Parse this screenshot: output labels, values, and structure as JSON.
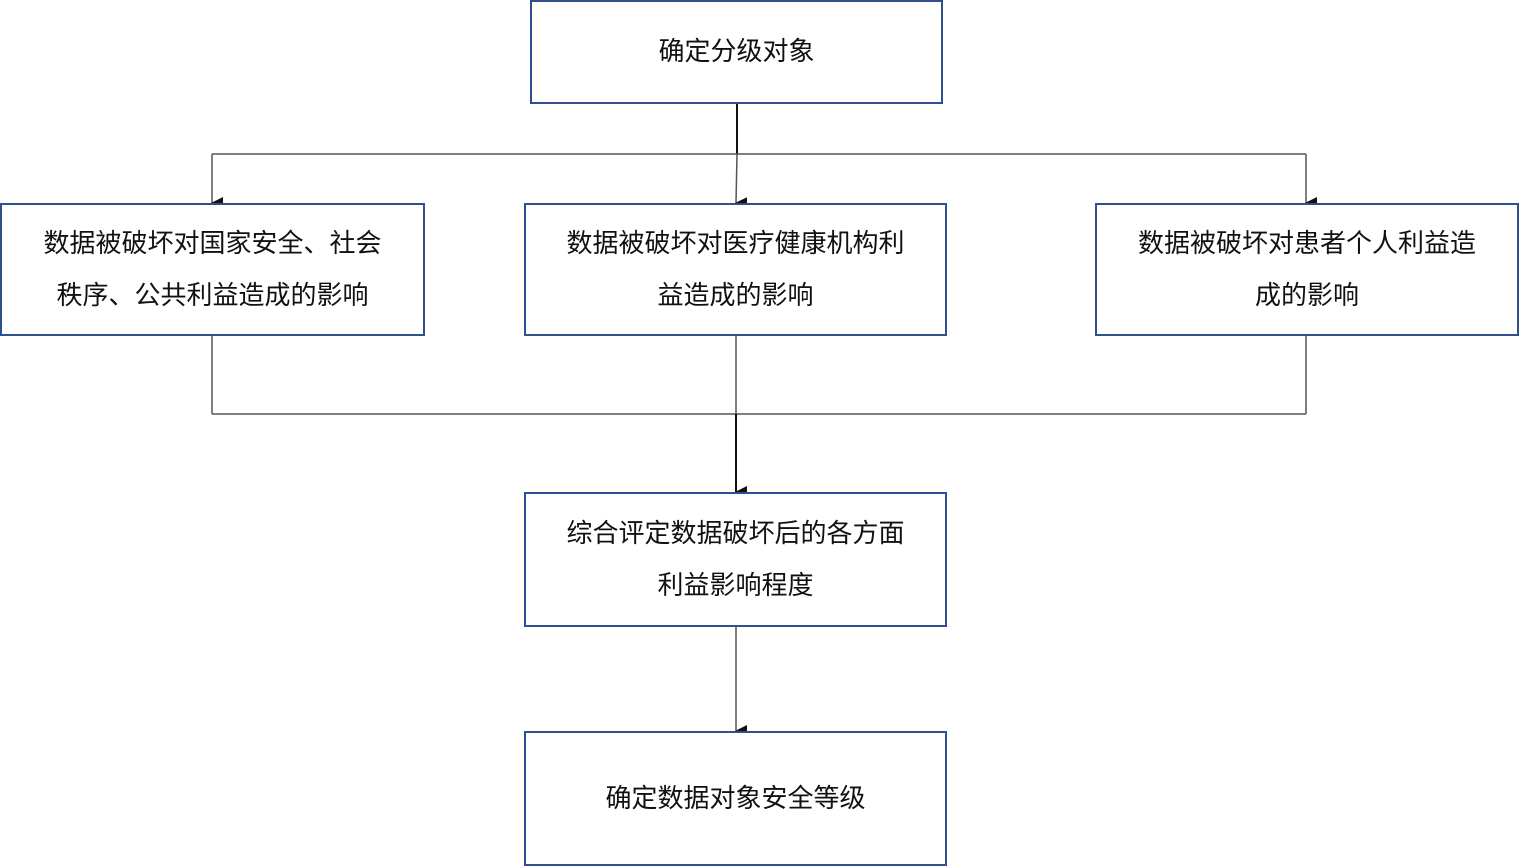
{
  "diagram": {
    "top": {
      "lines": [
        "确定分级对象"
      ]
    },
    "left": {
      "lines": [
        "数据被破坏对国家安全、社会",
        "秩序、公共利益造成的影响"
      ]
    },
    "middle": {
      "lines": [
        "数据被破坏对医疗健康机构利",
        "益造成的影响"
      ]
    },
    "right": {
      "lines": [
        "数据被破坏对患者个人利益造",
        "成的影响"
      ]
    },
    "evaluate": {
      "lines": [
        "综合评定数据破坏后的各方面",
        "利益影响程度"
      ]
    },
    "final": {
      "lines": [
        "确定数据对象安全等级"
      ]
    }
  },
  "colors": {
    "box_border": "#2f4f8f",
    "connector": "#555555",
    "arrow": "#111111"
  }
}
